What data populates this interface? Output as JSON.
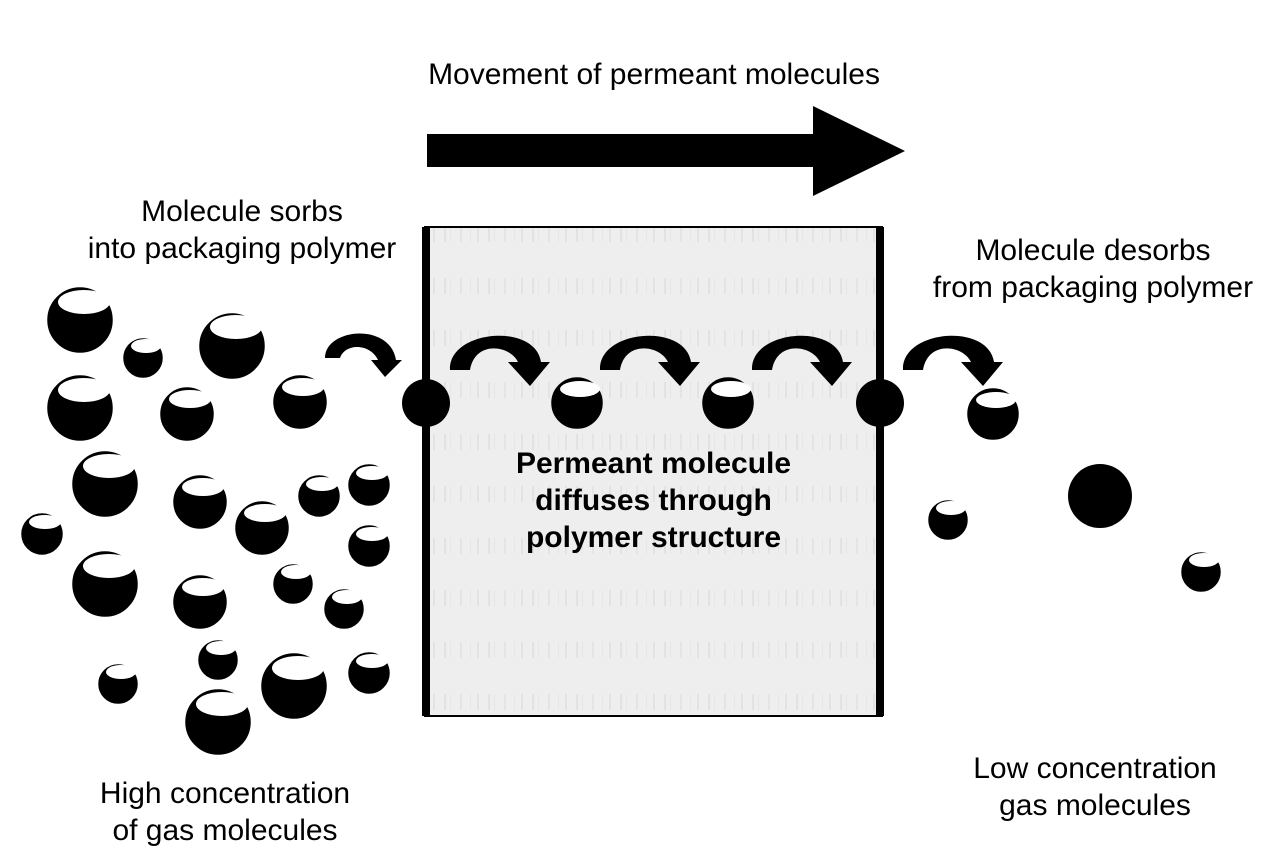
{
  "labels": {
    "movement": "Movement of permeant molecules",
    "sorbs": [
      "Molecule sorbs",
      "into packaging polymer"
    ],
    "desorbs": [
      "Molecule desorbs",
      "from packaging polymer"
    ],
    "diffuses": [
      "Permeant molecule",
      "diffuses through",
      "polymer structure"
    ],
    "high_conc": [
      "High concentration",
      "of gas molecules"
    ],
    "low_conc": [
      "Low concentration",
      "gas molecules"
    ]
  },
  "colors": {
    "ink": "#000000",
    "membrane_fill": "#eeeeee",
    "highlight": "#ffffff"
  }
}
